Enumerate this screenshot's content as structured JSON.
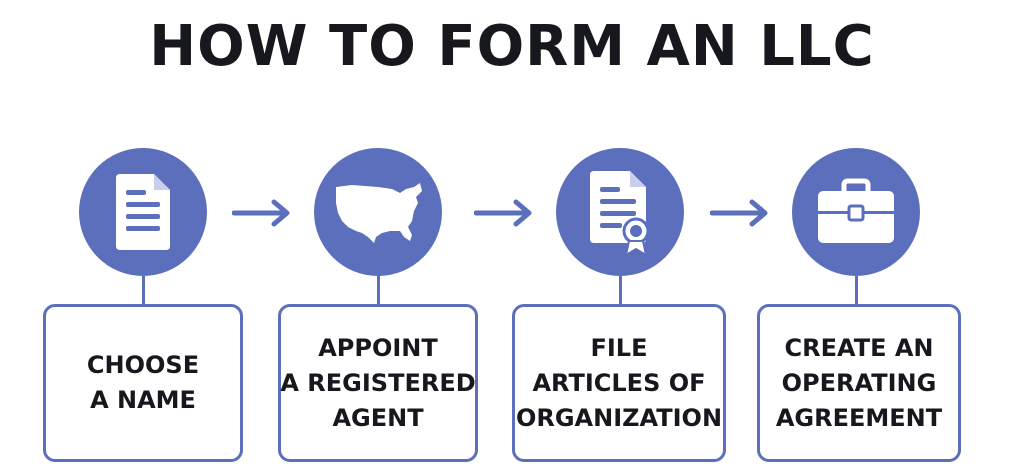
{
  "title": "HOW TO FORM AN LLC",
  "colors": {
    "accent": "#5b6fbd",
    "text": "#16181d",
    "background": "#ffffff"
  },
  "steps": [
    {
      "icon": "document-icon",
      "lines": [
        "CHOOSE",
        "A NAME"
      ]
    },
    {
      "icon": "usa-map-icon",
      "lines": [
        "APPOINT",
        "A REGISTERED",
        "AGENT"
      ]
    },
    {
      "icon": "certificate-document-icon",
      "lines": [
        "FILE",
        "ARTICLES OF",
        "ORGANIZATION"
      ]
    },
    {
      "icon": "briefcase-icon",
      "lines": [
        "CREATE AN",
        "OPERATING",
        "AGREEMENT"
      ]
    }
  ]
}
